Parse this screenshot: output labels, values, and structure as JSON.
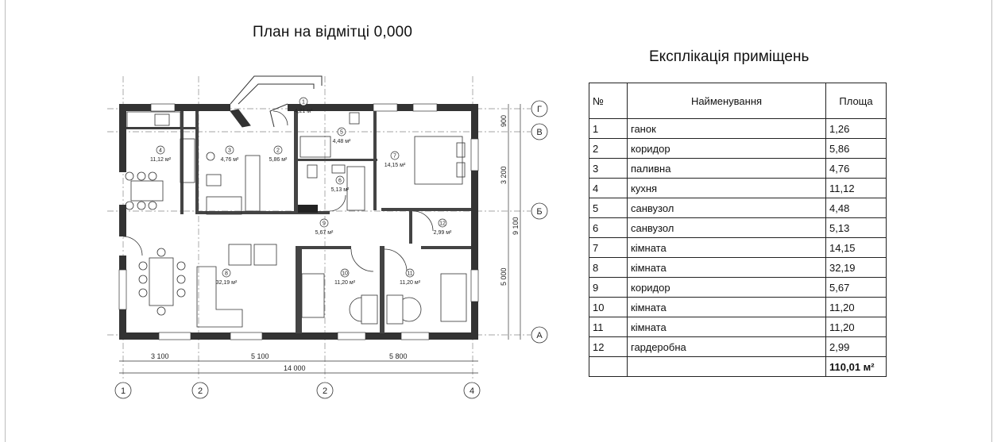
{
  "plan": {
    "title": "План на відмітці 0,000",
    "rooms": [
      {
        "num": "1",
        "area": "4,21 м²"
      },
      {
        "num": "2",
        "area": "5,86 м²"
      },
      {
        "num": "3",
        "area": "4,76 м²"
      },
      {
        "num": "4",
        "area": "11,12 м²"
      },
      {
        "num": "5",
        "area": "4,48 м²"
      },
      {
        "num": "6",
        "area": "5,13 м²"
      },
      {
        "num": "7",
        "area": "14,15 м²"
      },
      {
        "num": "8",
        "area": "32,19 м²"
      },
      {
        "num": "9",
        "area": "5,67 м²"
      },
      {
        "num": "10",
        "area": "11,20 м²"
      },
      {
        "num": "11",
        "area": "11,20 м²"
      },
      {
        "num": "12",
        "area": "2,99 м²"
      }
    ],
    "dims_bottom": [
      "3 100",
      "5 100",
      "5 800"
    ],
    "dim_total": "14 000",
    "dims_right": [
      "900",
      "3 200",
      "5 000"
    ],
    "dim_right_total": "9 100",
    "axes_bottom": [
      "1",
      "2",
      "2",
      "4"
    ],
    "axes_right": [
      "Г",
      "В",
      "Б",
      "А"
    ]
  },
  "explication": {
    "title": "Експлікація приміщень",
    "headers": [
      "№",
      "Найменування",
      "Площа"
    ],
    "rows": [
      [
        "1",
        "ганок",
        "1,26"
      ],
      [
        "2",
        "коридор",
        "5,86"
      ],
      [
        "3",
        "паливна",
        "4,76"
      ],
      [
        "4",
        "кухня",
        "11,12"
      ],
      [
        "5",
        "санвузол",
        "4,48"
      ],
      [
        "6",
        "санвузол",
        "5,13"
      ],
      [
        "7",
        "кімната",
        "14,15"
      ],
      [
        "8",
        "кімната",
        "32,19"
      ],
      [
        "9",
        "коридор",
        "5,67"
      ],
      [
        "10",
        "кімната",
        "11,20"
      ],
      [
        "11",
        "кімната",
        "11,20"
      ],
      [
        "12",
        "гардеробна",
        "2,99"
      ]
    ],
    "total": "110,01 м²"
  }
}
